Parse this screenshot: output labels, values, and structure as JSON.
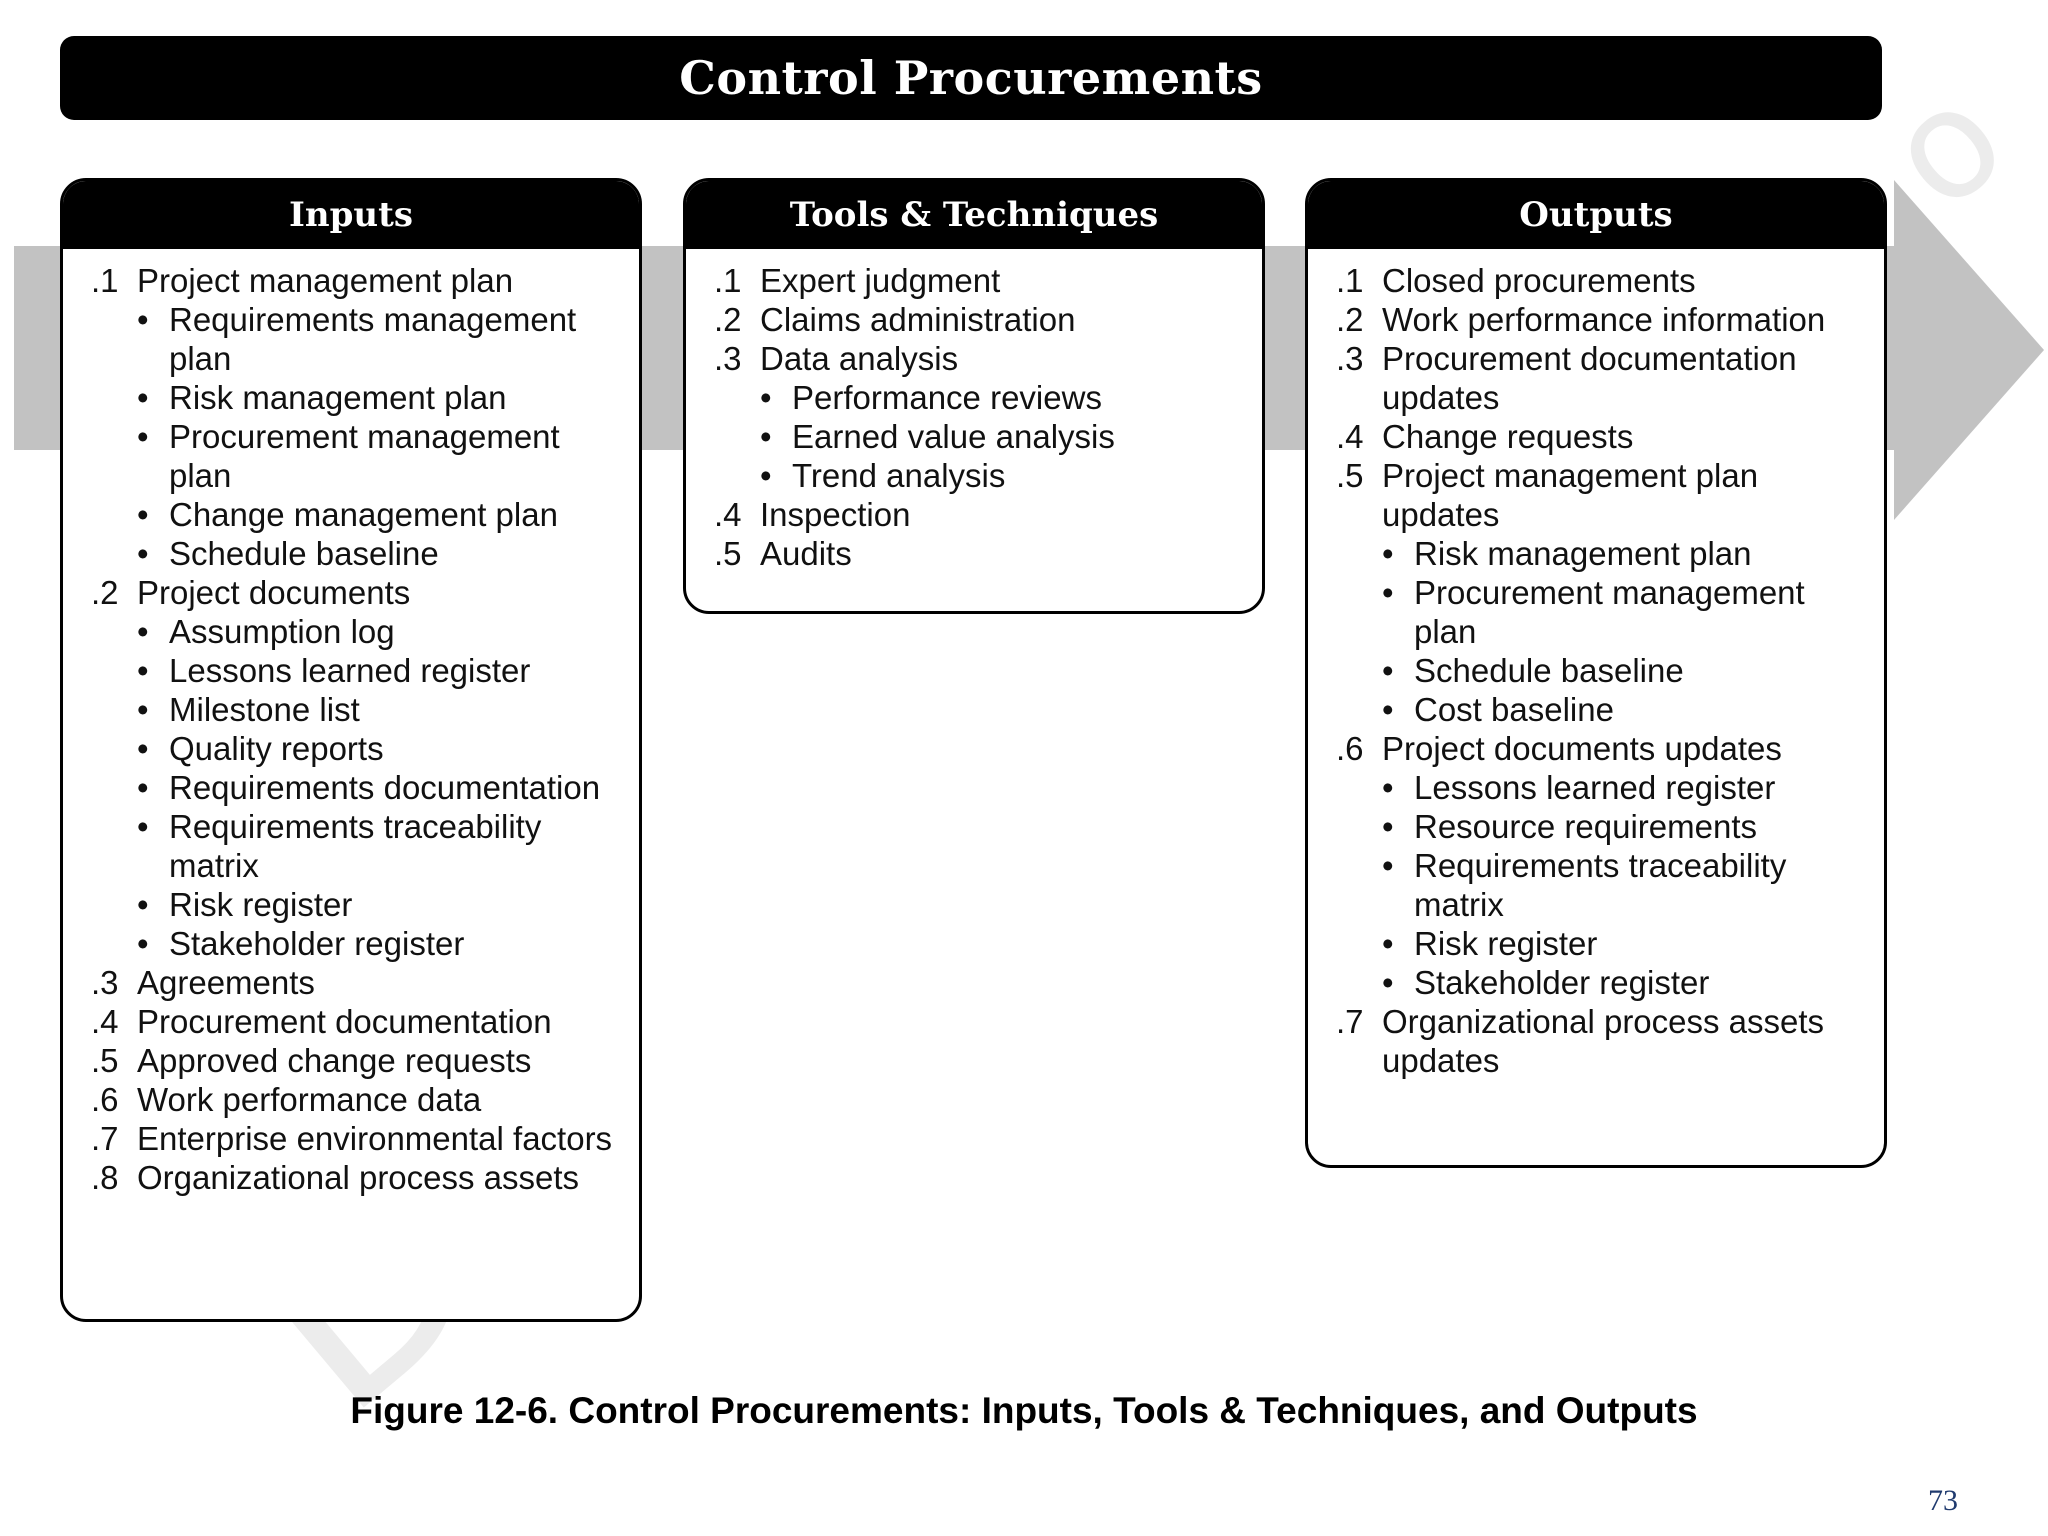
{
  "title": "Control Procurements",
  "inputs": {
    "heading": "Inputs",
    "items": [
      {
        "num": ".1",
        "text": "Project management plan",
        "subs": [
          "Requirements management plan",
          "Risk management plan",
          "Procurement management plan",
          "Change management plan",
          "Schedule baseline"
        ]
      },
      {
        "num": ".2",
        "text": "Project documents",
        "subs": [
          "Assumption log",
          "Lessons learned register",
          "Milestone list",
          "Quality reports",
          "Requirements documentation",
          "Requirements traceability matrix",
          "Risk register",
          "Stakeholder register"
        ]
      },
      {
        "num": ".3",
        "text": "Agreements",
        "subs": []
      },
      {
        "num": ".4",
        "text": "Procurement documentation",
        "subs": []
      },
      {
        "num": ".5",
        "text": "Approved change requests",
        "subs": []
      },
      {
        "num": ".6",
        "text": "Work performance data",
        "subs": []
      },
      {
        "num": ".7",
        "text": "Enterprise environmental factors",
        "subs": []
      },
      {
        "num": ".8",
        "text": "Organizational process assets",
        "subs": []
      }
    ]
  },
  "tools": {
    "heading": "Tools & Techniques",
    "items": [
      {
        "num": ".1",
        "text": "Expert judgment",
        "subs": []
      },
      {
        "num": ".2",
        "text": "Claims administration",
        "subs": []
      },
      {
        "num": ".3",
        "text": "Data analysis",
        "subs": [
          "Performance reviews",
          "Earned value analysis",
          "Trend analysis"
        ]
      },
      {
        "num": ".4",
        "text": "Inspection",
        "subs": []
      },
      {
        "num": ".5",
        "text": "Audits",
        "subs": []
      }
    ]
  },
  "outputs": {
    "heading": "Outputs",
    "items": [
      {
        "num": ".1",
        "text": "Closed procurements",
        "subs": []
      },
      {
        "num": ".2",
        "text": "Work performance information",
        "subs": []
      },
      {
        "num": ".3",
        "text": "Procurement documentation updates",
        "subs": []
      },
      {
        "num": ".4",
        "text": "Change requests",
        "subs": []
      },
      {
        "num": ".5",
        "text": "Project management plan updates",
        "subs": [
          "Risk management plan",
          "Procurement management plan",
          "Schedule baseline",
          "Cost baseline"
        ]
      },
      {
        "num": ".6",
        "text": "Project documents updates",
        "subs": [
          "Lessons learned register",
          "Resource requirements",
          "Requirements traceability matrix",
          "Risk register",
          "Stakeholder register"
        ]
      },
      {
        "num": ".7",
        "text": "Organizational process assets updates",
        "subs": []
      }
    ]
  },
  "caption": "Figure 12-6. Control Procurements: Inputs, Tools & Techniques, and Outputs",
  "page_number": "73",
  "watermark": "Dis",
  "colors": {
    "header_bg": "#000000",
    "arrow": "#c2c2c2",
    "page_number": "#1f3a6e"
  }
}
